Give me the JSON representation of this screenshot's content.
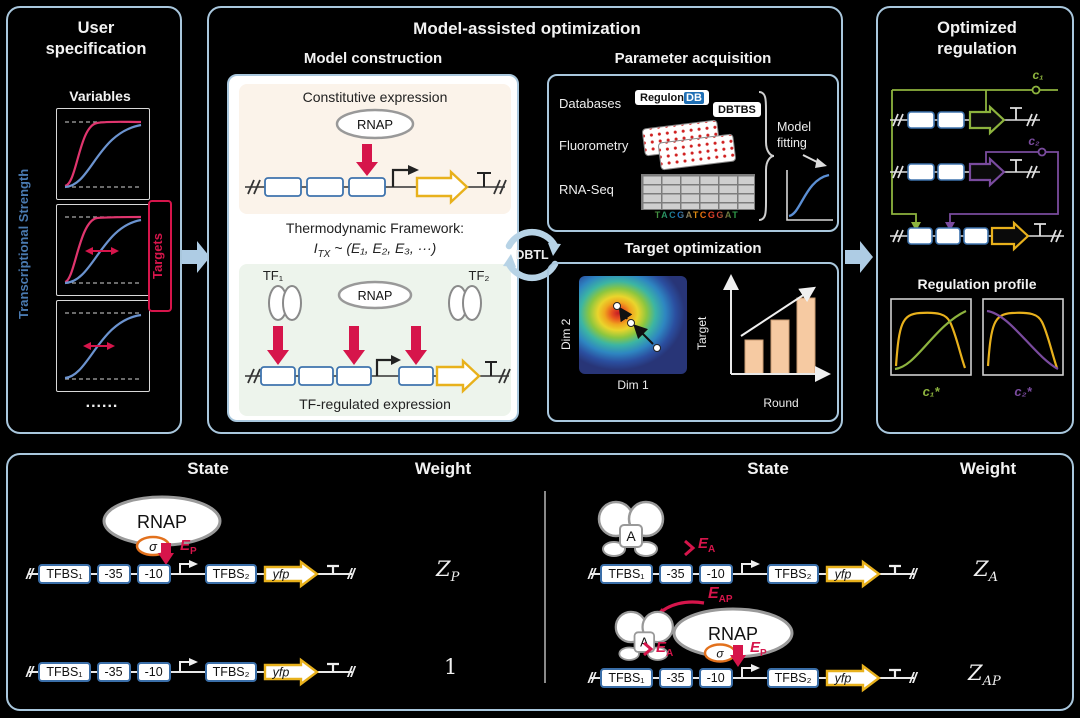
{
  "colors": {
    "panel_border": "#a9c7dd",
    "accent_red": "#d6154b",
    "curve_blue": "#5b8fd4",
    "circuit_green": "#8db33e",
    "circuit_purple": "#7a4b9e",
    "gene_yellow": "#e8b11c",
    "sigma_orange": "#e2711d",
    "dna_box_border": "#3a6ea8",
    "bar_fill": "#f6caa2",
    "axis_label_blue": "#4a7ab0"
  },
  "left_panel": {
    "title": "User specification",
    "variables": "Variables",
    "axis": "Transcriptional Strength",
    "targets": "Targets",
    "more": "......"
  },
  "middle_panel": {
    "title": "Model-assisted optimization",
    "model_construction": {
      "label": "Model construction",
      "constitutive": "Constitutive expression",
      "rnap": "RNAP",
      "thermo_title": "Thermodynamic Framework:",
      "thermo_I": "I",
      "thermo_sub": "TX",
      "thermo_rest": "~ (E₁, E₂, E₃, ···)",
      "tf1": "TF₁",
      "tf2": "TF₂",
      "tf_regulated": "TF-regulated expression"
    },
    "dbtl": "DBTL",
    "parameter_acquisition": {
      "label": "Parameter acquisition",
      "databases": "Databases",
      "regulon": "Regulon",
      "regulon_db": "DB",
      "dbtbs": "DBTBS",
      "fluorometry": "Fluorometry",
      "rna_seq": "RNA-Seq",
      "sequence": "TACGATCGGAT",
      "model_fitting_1": "Model",
      "model_fitting_2": "fitting"
    },
    "target_optimization": {
      "label": "Target optimization",
      "dim1": "Dim 1",
      "dim2": "Dim 2",
      "target": "Target",
      "round": "Round",
      "bar_heights": [
        34,
        54,
        76
      ]
    }
  },
  "right_panel": {
    "title": "Optimized regulation",
    "c1": "c₁",
    "c2": "c₂",
    "profile": "Regulation profile",
    "x1": "c₁*",
    "x2": "c₂*"
  },
  "bottom_panel": {
    "state": "State",
    "weight": "Weight",
    "dna": {
      "slash": "//",
      "tfbs1": "TFBS₁",
      "m35": "-35",
      "m10": "-10",
      "tfbs2": "TFBS₂",
      "yfp": "yfp"
    },
    "rnap": "RNAP",
    "sigma": "σ",
    "a": "A",
    "E": "E",
    "sub_p": "P",
    "sub_a": "A",
    "sub_ap": "AP",
    "Z": "Z",
    "one": "1"
  }
}
